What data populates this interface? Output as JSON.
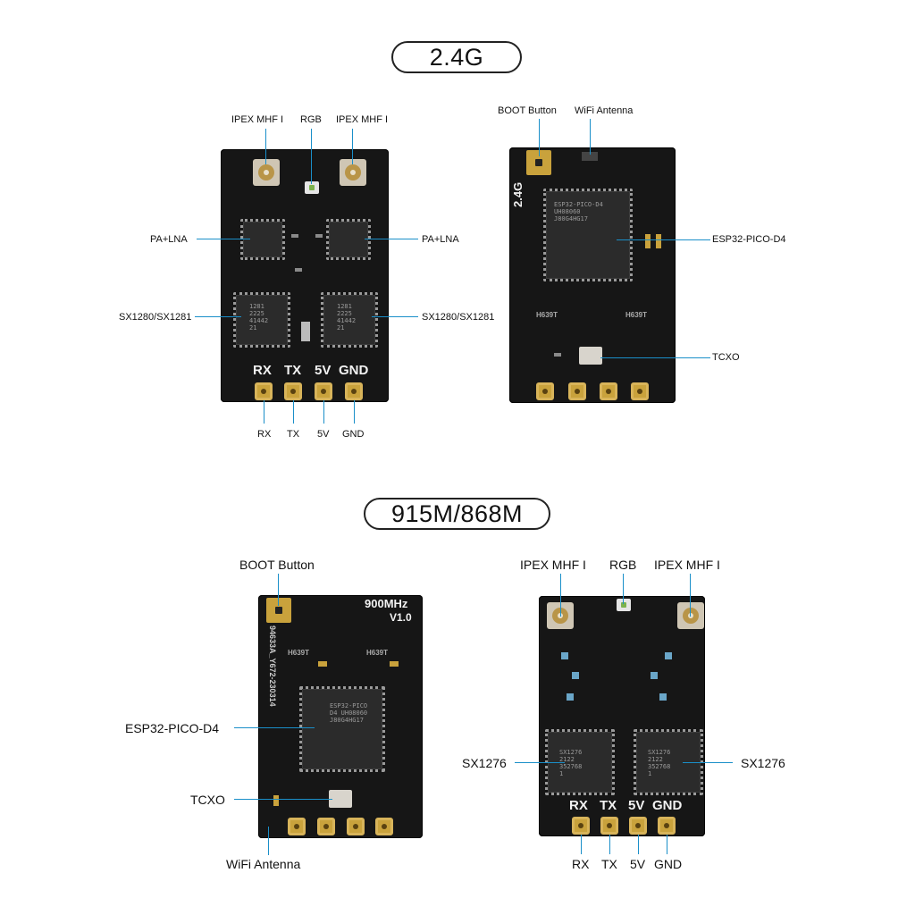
{
  "sections": {
    "top_title": "2.4G",
    "bottom_title": "915M/868M"
  },
  "board1": {
    "labels": {
      "ipex_left": "IPEX MHF I",
      "rgb": "RGB",
      "ipex_right": "IPEX MHF I",
      "pa_lna_left": "PA+LNA",
      "pa_lna_right": "PA+LNA",
      "sx_left": "SX1280/SX1281",
      "sx_right": "SX1280/SX1281",
      "pin_rx": "RX",
      "pin_tx": "TX",
      "pin_5v": "5V",
      "pin_gnd": "GND"
    },
    "silk": {
      "rx": "RX",
      "tx": "TX",
      "v5": "5V",
      "gnd": "GND"
    },
    "chip_text": "1281\n2225\n41442\n21"
  },
  "board2": {
    "labels": {
      "boot": "BOOT Button",
      "wifi": "WiFi Antenna",
      "esp": "ESP32-PICO-D4",
      "tcxo": "TCXO"
    },
    "silk": {
      "band": "2.4G",
      "h1": "H639T",
      "h2": "H639T"
    },
    "chip_text": "ESP32-PICO-D4\nUH08060\nJ80G4HG17"
  },
  "board3": {
    "labels": {
      "boot": "BOOT Button",
      "esp": "ESP32-PICO-D4",
      "tcxo": "TCXO",
      "wifi": "WiFi Antenna"
    },
    "silk": {
      "mhz": "900MHz",
      "ver": "V1.0",
      "serial": "94633A_Y672-230314",
      "h1": "H639T",
      "h2": "H639T"
    },
    "chip_text": "ESP32-PICO\nD4 UH08060\nJ80G4HG17"
  },
  "board4": {
    "labels": {
      "ipex_left": "IPEX MHF I",
      "rgb": "RGB",
      "ipex_right": "IPEX MHF I",
      "sx_left": "SX1276",
      "sx_right": "SX1276",
      "pin_rx": "RX",
      "pin_tx": "TX",
      "pin_5v": "5V",
      "pin_gnd": "GND"
    },
    "silk": {
      "rx": "RX",
      "tx": "TX",
      "v5": "5V",
      "gnd": "GND"
    },
    "chip_text": "SX1276\n2122\n352768\n1"
  },
  "colors": {
    "leader": "#1a8fc9",
    "pcb": "#161616",
    "pad": "#c9a23c"
  }
}
